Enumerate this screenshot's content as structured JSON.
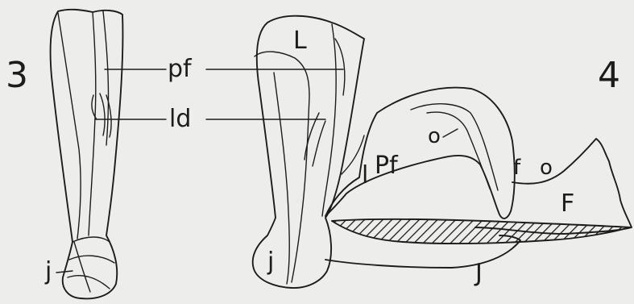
{
  "figures": [
    {
      "number": "3"
    },
    {
      "number": "4"
    }
  ],
  "labels": {
    "pf": "pf",
    "ld": "ld",
    "L": "L",
    "Pf": "Pf",
    "l": "l",
    "o_inner": "o",
    "f": "f",
    "o_outer": "o",
    "F": "F",
    "j_fig3": "j",
    "j_fig4": "j",
    "J": "J"
  },
  "colors": {
    "ink": "#1c1c1c",
    "paper": "#ededeb"
  }
}
